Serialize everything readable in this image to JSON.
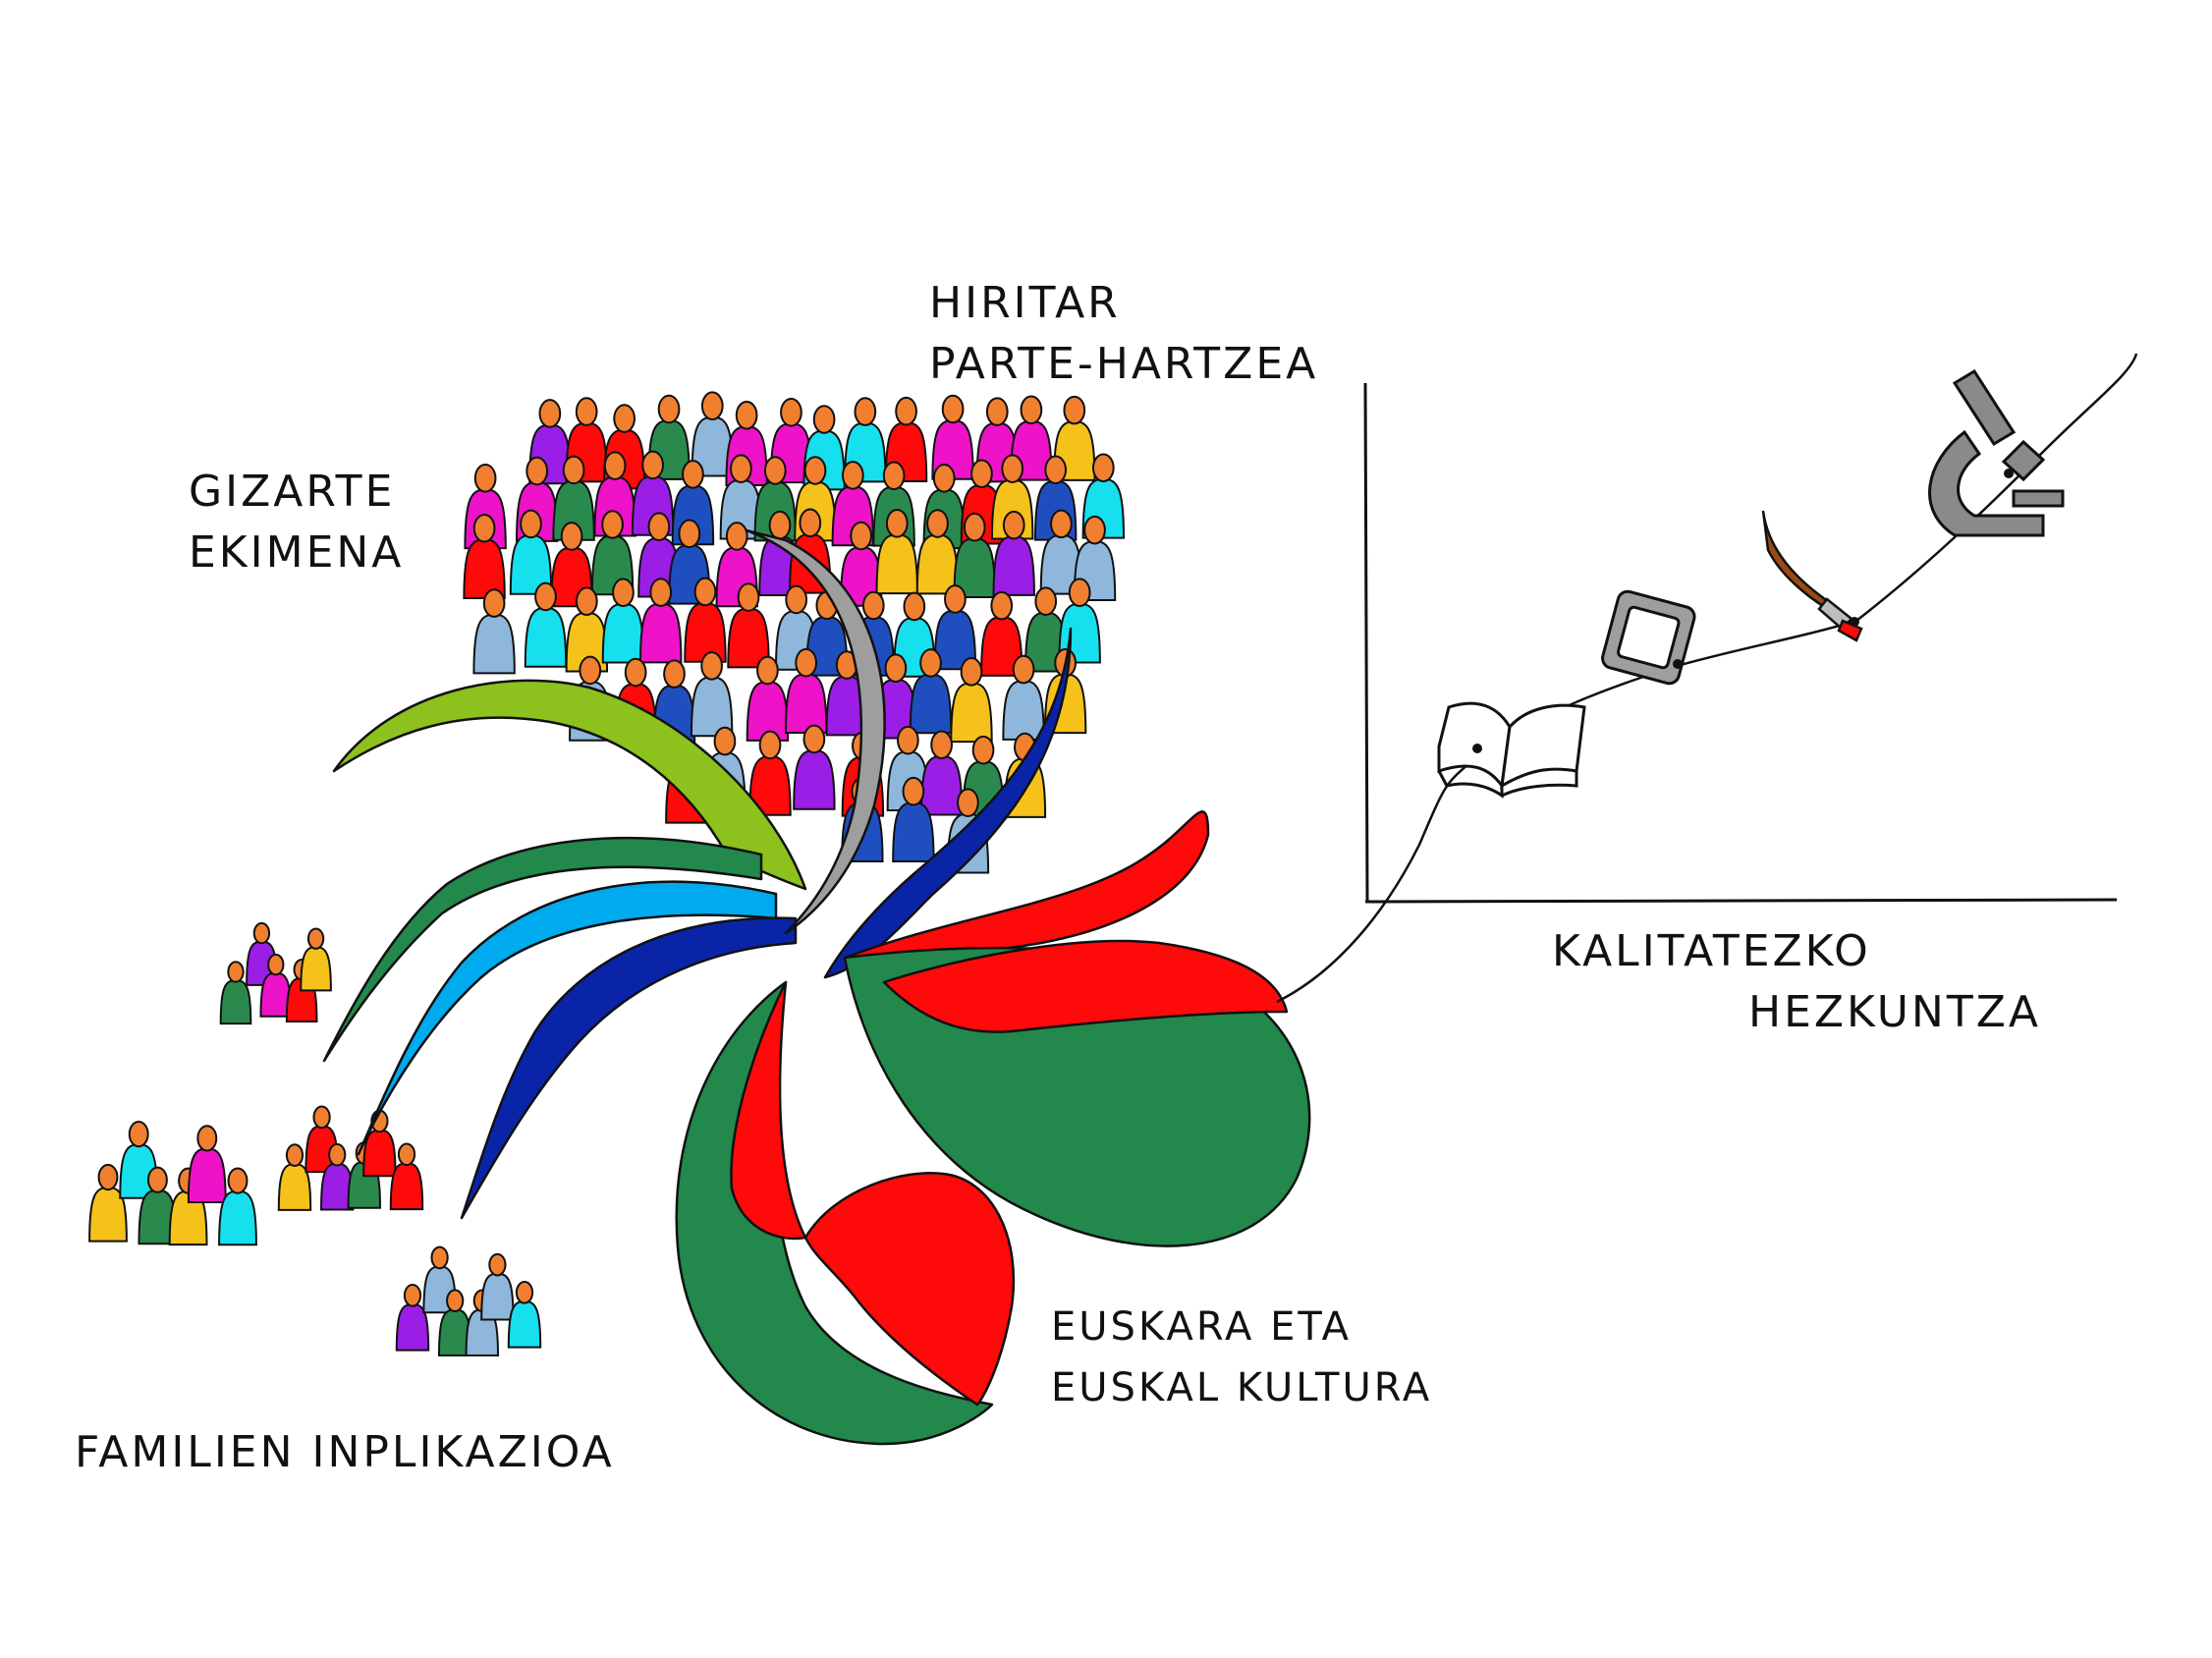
{
  "labels": {
    "gizarte": {
      "line1": "GIZARTE",
      "line2": "EKIMENA"
    },
    "hiritar": {
      "line1": "HIRITAR",
      "line2": "PARTE-HARTZEA"
    },
    "familien": {
      "line1": "FAMILIEN INPLIKAZIOA"
    },
    "euskara": {
      "line1": "EUSKARA ETA",
      "line2": "EUSKAL KULTURA"
    },
    "kalitate": {
      "line1": "KALITATEZKO",
      "line2": "HEZKUNTZA"
    }
  },
  "icons": [
    "book-icon",
    "tablet-icon",
    "paintbrush-icon",
    "microscope-icon"
  ],
  "colors": {
    "red": "#ff0a0a",
    "green": "#22884c",
    "navy": "#0a24a8",
    "sky": "#00aaee",
    "lime": "#8cc11e",
    "gray": "#9e9e9e",
    "purple": "#9a1ee6",
    "magenta": "#ee12c8",
    "yellow": "#f5c21b",
    "lightblue": "#8fb7dc",
    "cyan": "#16e0ee",
    "darkgreen": "#2a8a4e",
    "blue": "#1f4fbf",
    "skin": "#f08030"
  }
}
